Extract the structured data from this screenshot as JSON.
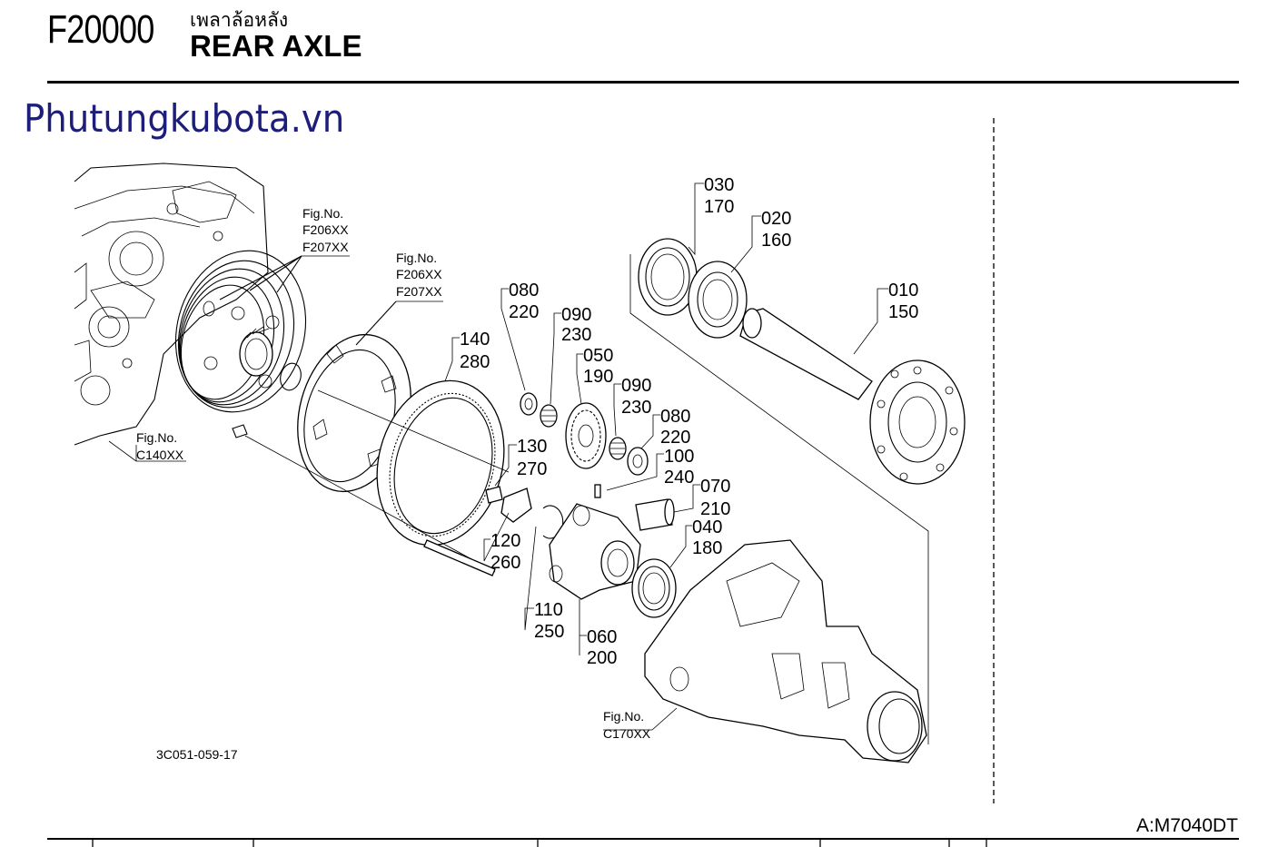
{
  "header": {
    "group_code": "F20000",
    "title_thai": "เพลาล้อหลัง",
    "title_en": "REAR AXLE"
  },
  "brand": "Phutungkubota.vn",
  "model": "A:M7040DT",
  "drawing_ref": "3C051-059-17",
  "fig_refs": [
    {
      "caption": "Fig.No.",
      "codes": [
        "F206XX",
        "F207XX"
      ]
    },
    {
      "caption": "Fig.No.",
      "codes": [
        "F206XX",
        "F207XX"
      ]
    },
    {
      "caption": "Fig.No.",
      "codes": [
        "C140XX"
      ]
    },
    {
      "caption": "Fig.No.",
      "codes": [
        "C170XX"
      ]
    }
  ],
  "callouts": [
    {
      "a": "030",
      "b": "170"
    },
    {
      "a": "020",
      "b": "160"
    },
    {
      "a": "010",
      "b": "150"
    },
    {
      "a": "080",
      "b": "220"
    },
    {
      "a": "090",
      "b": "230"
    },
    {
      "a": "050",
      "b": "190"
    },
    {
      "a": "140",
      "b": "280"
    },
    {
      "a": "090",
      "b": "230"
    },
    {
      "a": "080",
      "b": "220"
    },
    {
      "a": "100",
      "b": "240"
    },
    {
      "a": "130",
      "b": "270"
    },
    {
      "a": "070",
      "b": "210"
    },
    {
      "a": "040",
      "b": "180"
    },
    {
      "a": "120",
      "b": "260"
    },
    {
      "a": "110",
      "b": "250"
    },
    {
      "a": "060",
      "b": "200"
    }
  ]
}
